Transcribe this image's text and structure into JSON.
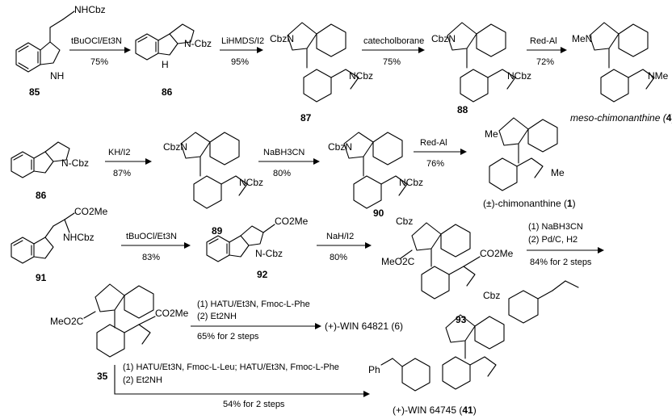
{
  "row1": {
    "c85": {
      "number": "85",
      "sub": "NHCbz",
      "nh": "NH"
    },
    "arrow1": {
      "reagent": "tBuOCl/Et3N",
      "yield": "75%"
    },
    "c86": {
      "number": "86",
      "cbz": "N-Cbz",
      "h": "H"
    },
    "arrow2": {
      "reagent": "LiHMDS/I2",
      "yield": "95%"
    },
    "c87": {
      "number": "87",
      "cbzN1": "CbzN",
      "cbzN2": "NCbz"
    },
    "arrow3": {
      "reagent": "catecholborane",
      "yield": "75%"
    },
    "c88": {
      "number": "88",
      "cbzN1": "CbzN",
      "cbzN2": "NCbz"
    },
    "arrow4": {
      "reagent": "Red-Al",
      "yield": "72%"
    },
    "product": {
      "prefix": "meso-chimonanthine (",
      "num": "4",
      "suffix": ")",
      "me1": "MeN",
      "me2": "NMe"
    }
  },
  "row2": {
    "c86": {
      "number": "86",
      "cbz": "N-Cbz"
    },
    "arrow1": {
      "reagent": "KH/I2",
      "yield": "87%"
    },
    "c89": {
      "number": "89",
      "cbzN1": "CbzN",
      "cbzN2": "NCbz"
    },
    "arrow2": {
      "reagent": "NaBH3CN",
      "yield": "80%"
    },
    "c90": {
      "number": "90",
      "cbzN1": "CbzN",
      "cbzN2": "NCbz"
    },
    "arrow3": {
      "reagent": "Red-Al",
      "yield": "76%"
    },
    "product": {
      "prefix": "(±)-chimonanthine (",
      "num": "1",
      "suffix": ")",
      "me": "Me"
    }
  },
  "row3": {
    "c91": {
      "number": "91",
      "ester": "CO2Me",
      "sub": "NHCbz"
    },
    "arrow1": {
      "reagent": "tBuOCl/Et3N",
      "yield": "83%"
    },
    "c92": {
      "number": "92",
      "ester": "CO2Me",
      "cbz": "N-Cbz"
    },
    "arrow2": {
      "reagent": "NaH/I2",
      "yield": "80%"
    },
    "c93": {
      "number": "93",
      "ester1": "MeO2C",
      "ester2": "CO2Me",
      "cbz": "Cbz"
    },
    "arrow3": {
      "step1": "(1) NaBH3CN",
      "step2": "(2) Pd/C, H2",
      "yield": "84% for 2 steps"
    }
  },
  "row4": {
    "c35": {
      "number": "35",
      "ester1": "MeO2C",
      "ester2": "CO2Me"
    },
    "arrowA": {
      "step1": "(1) HATU/Et3N, Fmoc-L-Phe",
      "step2": "(2) Et2NH",
      "yield": "65% for 2 steps",
      "target": "(+)-WIN 64821 (6)"
    },
    "arrowB": {
      "step1": "(1) HATU/Et3N, Fmoc-L-Leu; HATU/Et3N, Fmoc-L-Phe",
      "step2": "(2) Et2NH",
      "yield": "54% for 2 steps"
    },
    "c41": {
      "name": "(+)-WIN 64745 (",
      "num": "41",
      "suffix": ")",
      "ph": "Ph"
    }
  }
}
